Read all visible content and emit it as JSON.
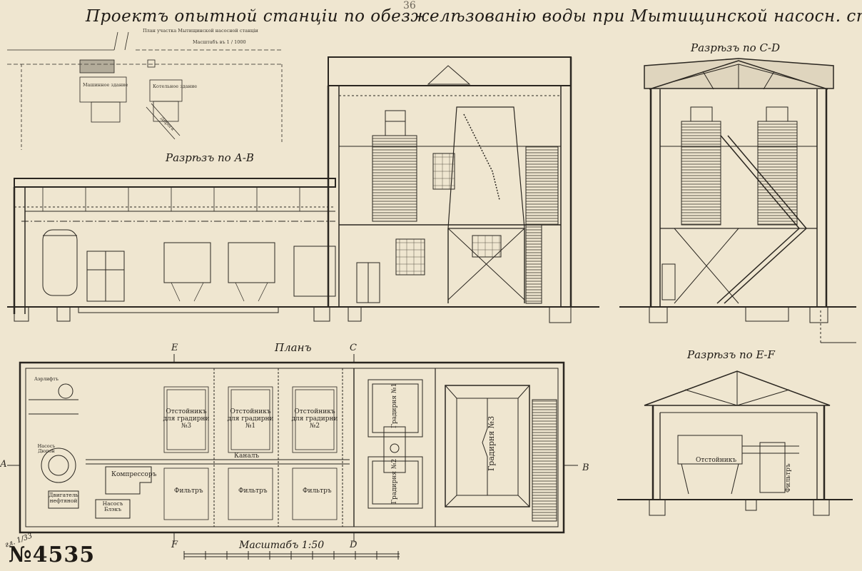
{
  "archive_mark": "36",
  "title": "Проектъ опытной станціи по обезжелѣзованію воды при Мытищинской насосн. ст.",
  "sections": {
    "ab": "Разрѣзъ по А-В",
    "cd": "Разрѣзъ по С-D",
    "ef": "Разрѣзъ по Е-F",
    "plan": "Планъ"
  },
  "site_plan": {
    "title": "План участка Мытищинской насосной станціи",
    "scale": "Масштабъ въ 1 / 1000",
    "building_1": "Машинное здание",
    "building_2": "Котельное здание",
    "road": "Дорога"
  },
  "plan_labels": {
    "settler_3": "Отстойникъ для градирни №3",
    "settler_1": "Отстойникъ для градирни №1",
    "settler_2": "Отстойникъ для градирни №2",
    "canal": "Каналъ",
    "compressor": "Компрессоръ",
    "filter": "Фильтръ",
    "engine": "Двигатель нефтяной",
    "pump": "Насосъ Блэкъ",
    "tower_1": "Градирня №1",
    "tower_2": "Градирня №2",
    "tower_3": "Градирня №3",
    "airlift": "Аэрлифтъ",
    "compressor_tank": "Насосъ Дюпон"
  },
  "section_labels": {
    "settler": "Отстойникъ",
    "filter": "Фильтръ"
  },
  "markers": {
    "a": "А",
    "b": "В",
    "c": "С",
    "d": "D",
    "e": "Е",
    "f": "F"
  },
  "scale_label": "Масштабъ 1:50",
  "sheet_number": "№4535",
  "sheet_note": "гл. 1/33"
}
